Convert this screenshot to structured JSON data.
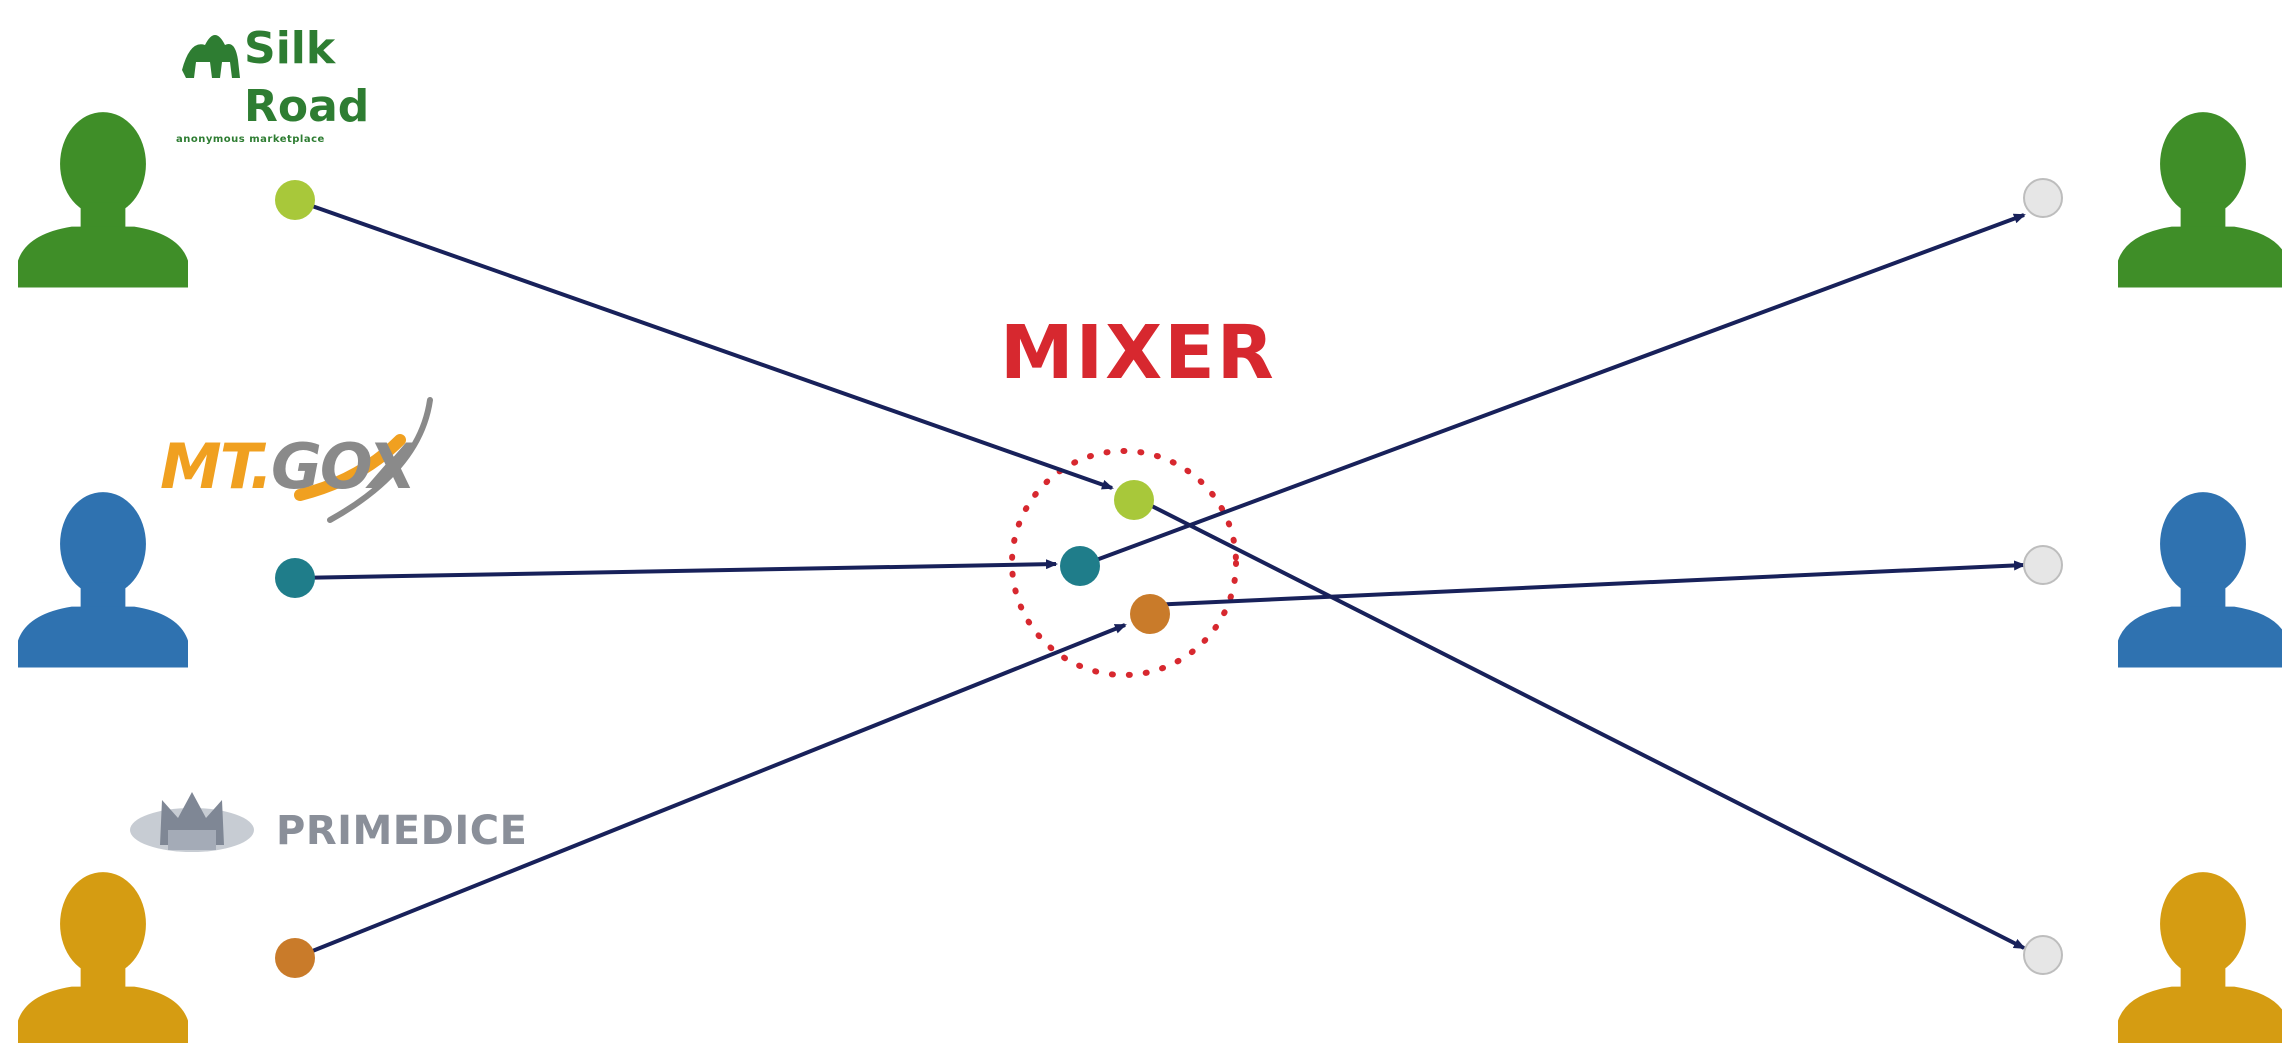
{
  "mixer_label": "MIXER",
  "logos": {
    "silk_road": {
      "line1": "Silk",
      "line2": "Road",
      "tagline": "anonymous marketplace"
    },
    "mtgox": {
      "mt": "MT.",
      "gox": "GOX"
    },
    "primedice": {
      "name": "PRIMEDICE"
    }
  },
  "senders": [
    {
      "color": "#3f8e28",
      "node_color": "#a8c83a"
    },
    {
      "color": "#2f72b0",
      "node_color": "#1f7d8a"
    },
    {
      "color": "#d59c12",
      "node_color": "#c97b2a"
    }
  ],
  "receivers": [
    {
      "color": "#3f8e28",
      "node_color": "#e6e6e6"
    },
    {
      "color": "#2f72b0",
      "node_color": "#e6e6e6"
    },
    {
      "color": "#d59c12",
      "node_color": "#e6e6e6"
    }
  ],
  "mixer_nodes": [
    {
      "color": "#a8c83a"
    },
    {
      "color": "#1f7d8a"
    },
    {
      "color": "#c97b2a"
    }
  ],
  "colors": {
    "arrow": "#18215a",
    "mixer_ring": "#d7282f"
  }
}
